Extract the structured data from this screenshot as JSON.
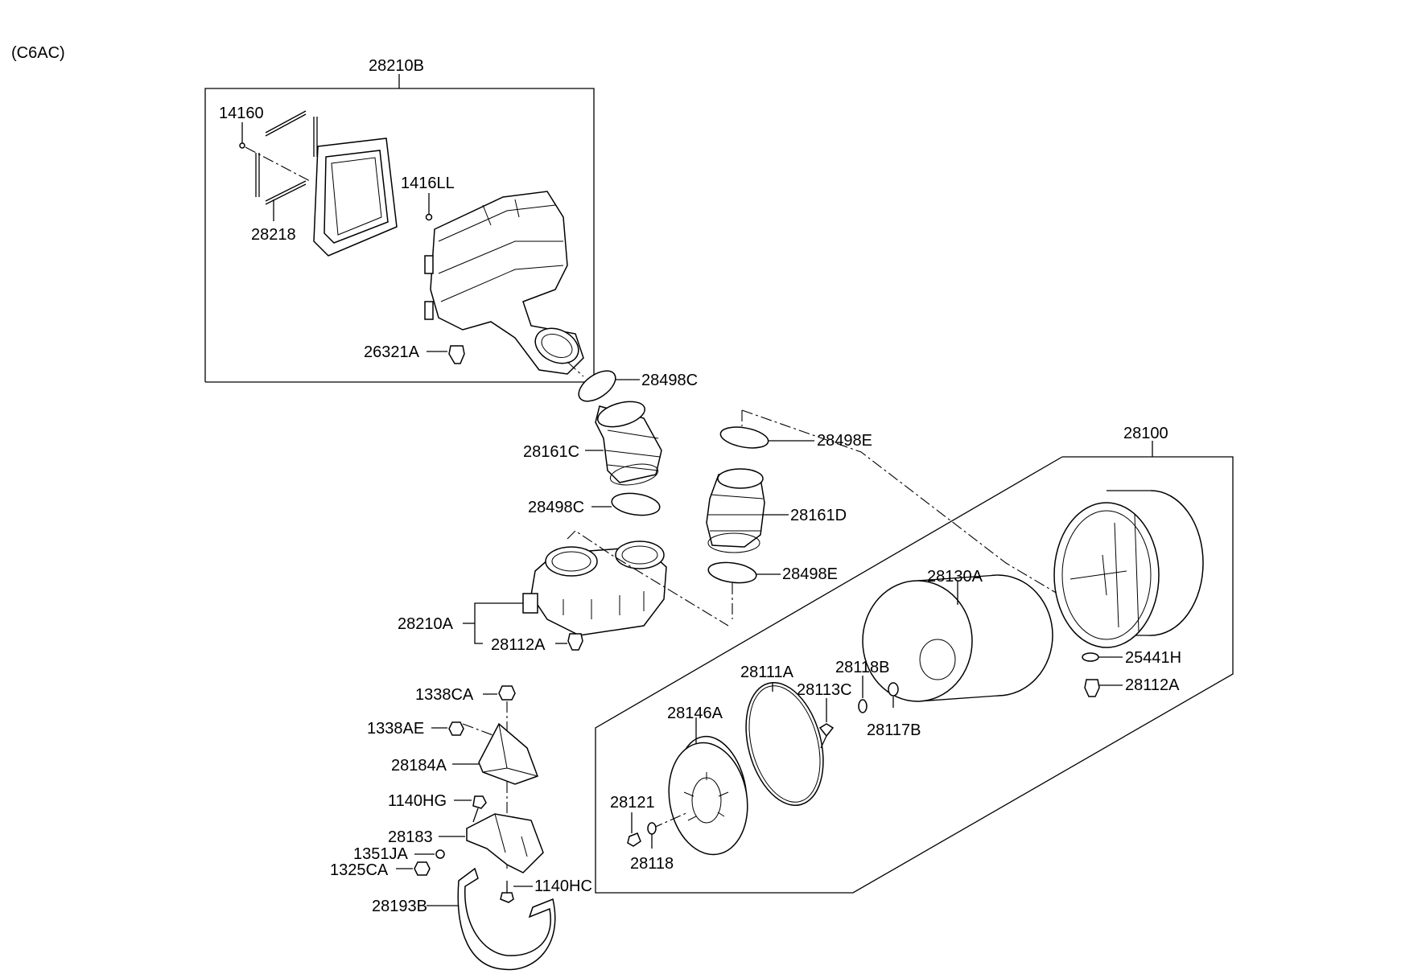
{
  "variant": "(C6AC)",
  "labels": {
    "p28210B": "28210B",
    "p14160": "14160",
    "p1416LL": "1416LL",
    "p28218": "28218",
    "p26321A": "26321A",
    "p28498C_top": "28498C",
    "p28161C": "28161C",
    "p28498E_top": "28498E",
    "p28100": "28100",
    "p28498C_mid": "28498C",
    "p28161D": "28161D",
    "p28498E_mid": "28498E",
    "p28130A": "28130A",
    "p28210A": "28210A",
    "p28112A_left": "28112A",
    "p25441H": "25441H",
    "p28112A_right": "28112A",
    "p28111A": "28111A",
    "p28118B": "28118B",
    "p28113C": "28113C",
    "p1338CA": "1338CA",
    "p28146A": "28146A",
    "p28117B": "28117B",
    "p1338AE": "1338AE",
    "p28184A": "28184A",
    "p1140HG": "1140HG",
    "p28121": "28121",
    "p28183": "28183",
    "p1351JA": "1351JA",
    "p1325CA": "1325CA",
    "p28118": "28118",
    "p1140HC": "1140HC",
    "p28193B": "28193B"
  }
}
